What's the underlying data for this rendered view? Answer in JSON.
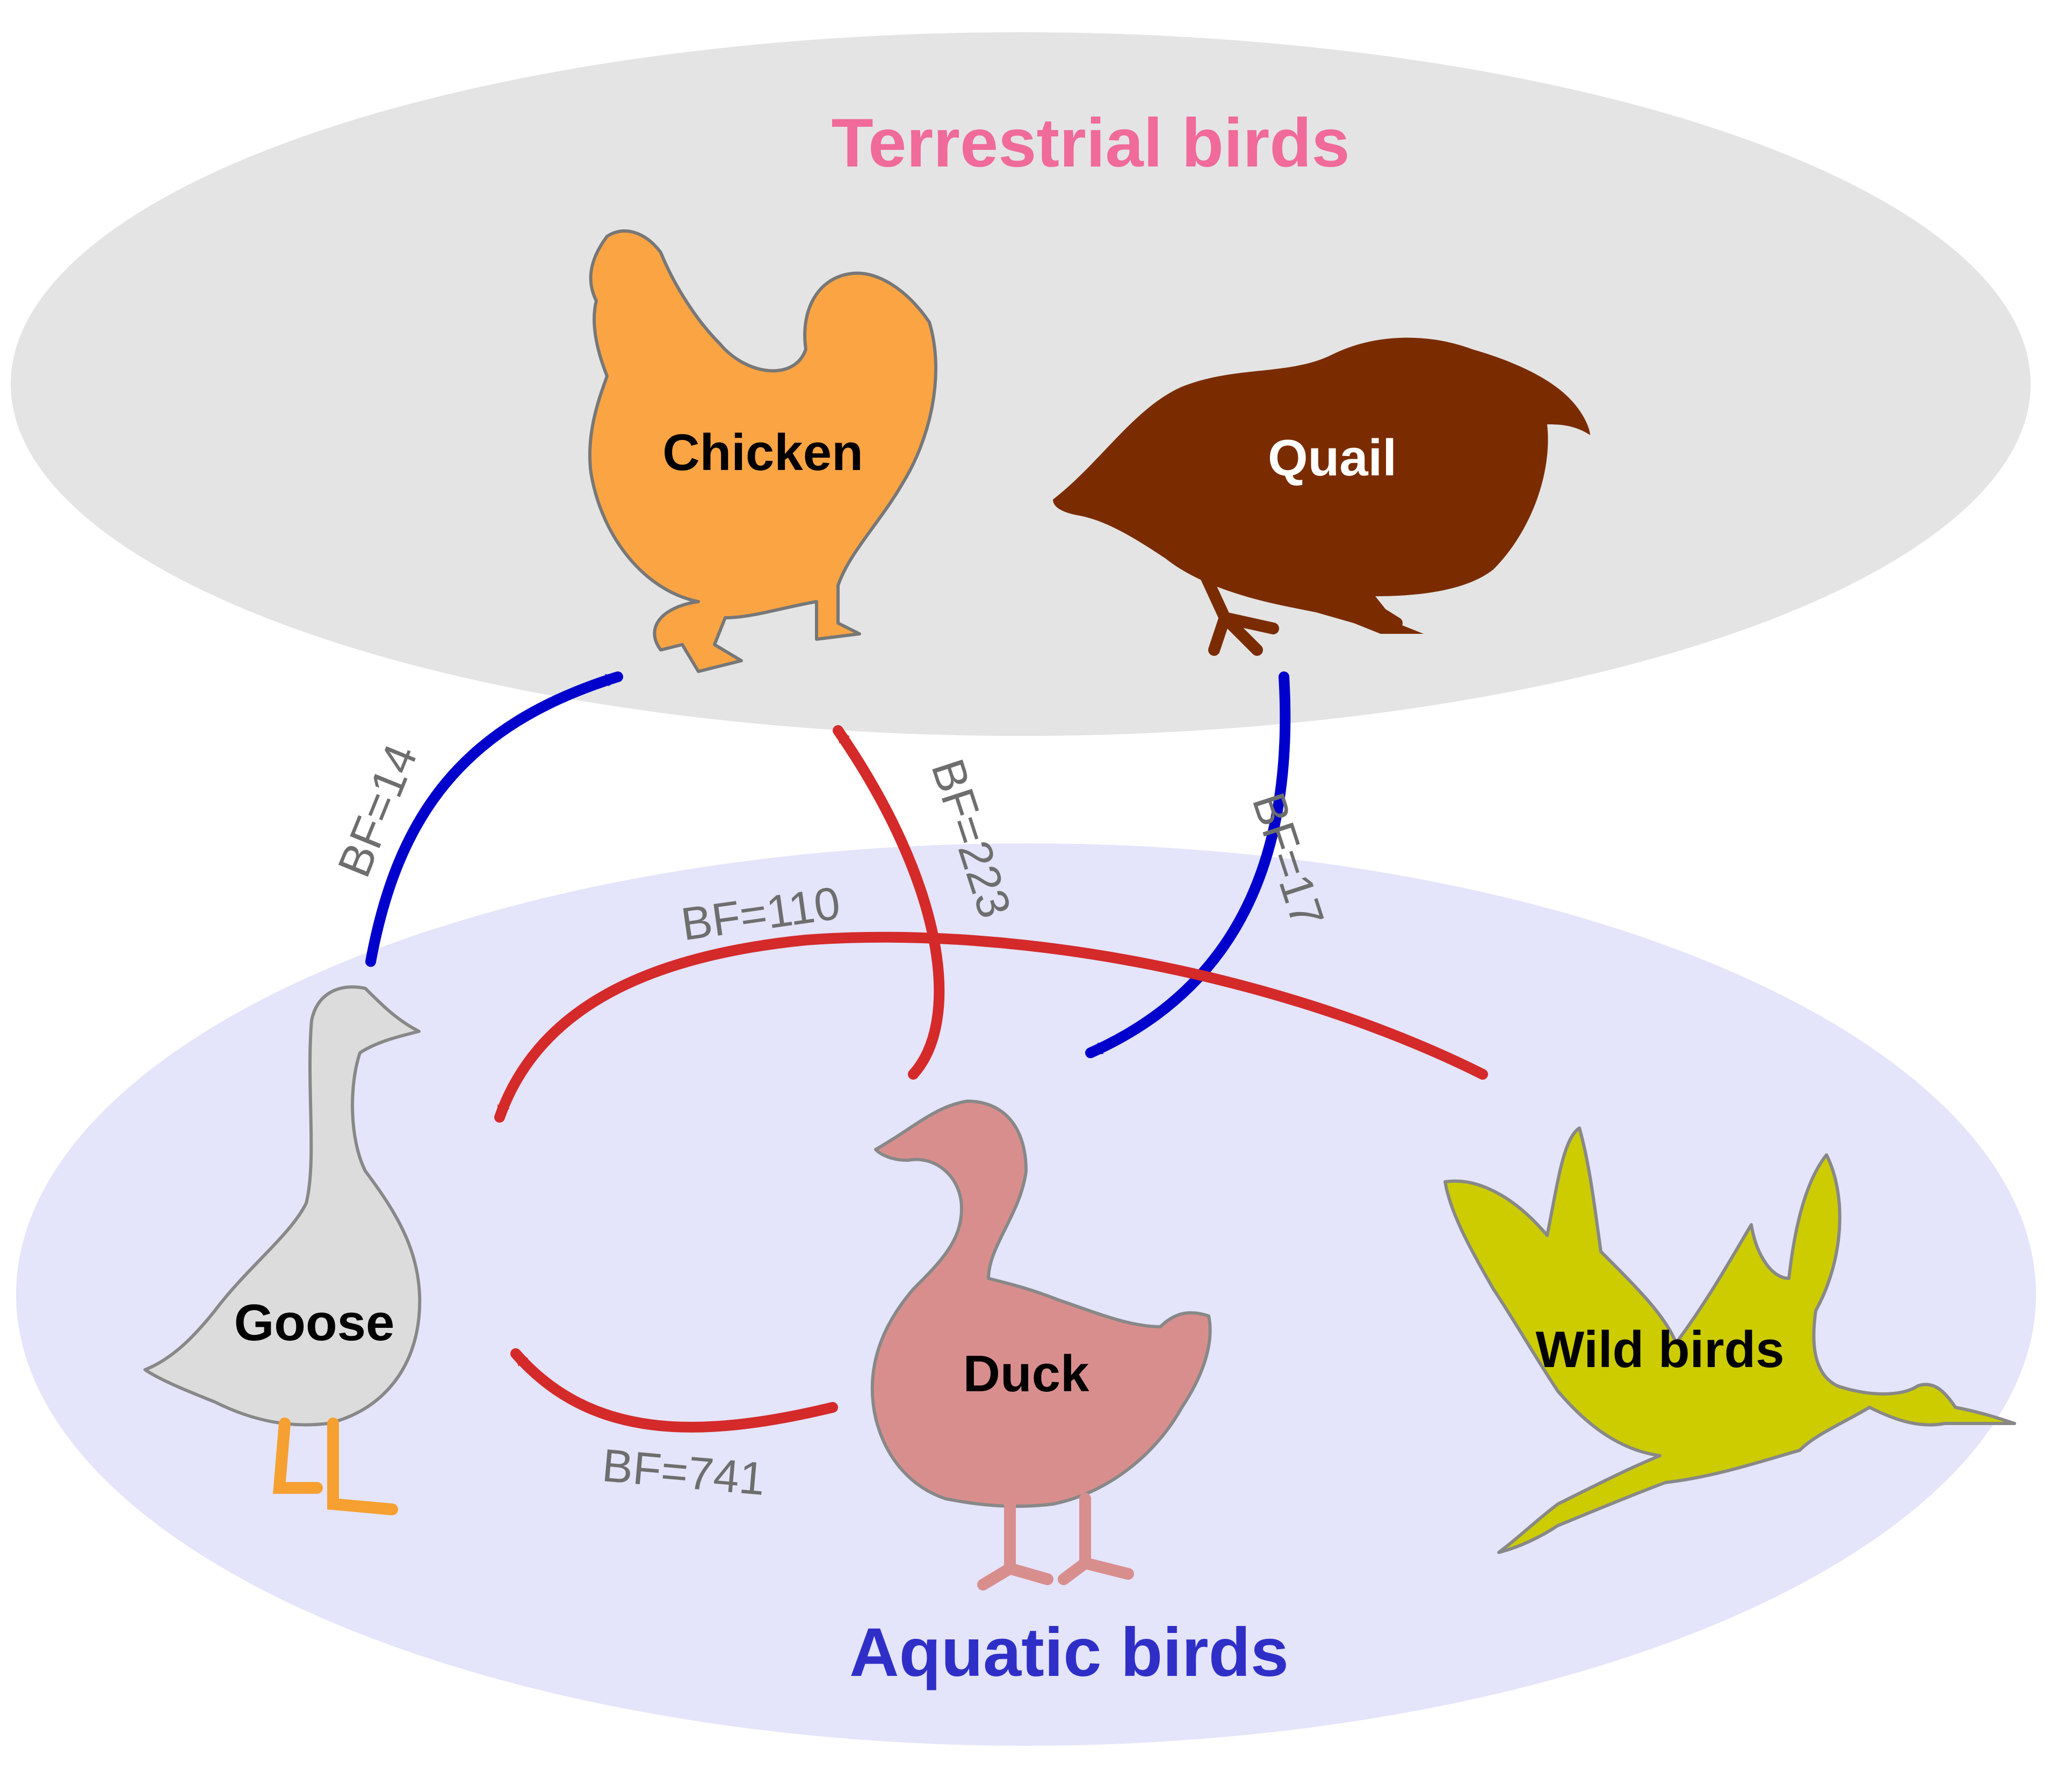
{
  "groups": {
    "terrestrial": {
      "title": "Terrestrial birds",
      "title_color": "#f06a9a",
      "fill": "#e4e4e4"
    },
    "aquatic": {
      "title": "Aquatic birds",
      "title_color": "#2f2fc8",
      "fill": "#e4e4fa"
    }
  },
  "birds": {
    "chicken": {
      "label": "Chicken",
      "color": "#fba444",
      "label_color": "#000000"
    },
    "quail": {
      "label": "Quail",
      "color": "#7a2c00",
      "label_color": "#ffffff"
    },
    "goose": {
      "label": "Goose",
      "color": "#dcdcdc",
      "label_color": "#000000"
    },
    "duck": {
      "label": "Duck",
      "color": "#d98e8e",
      "label_color": "#000000"
    },
    "wild": {
      "label": "Wild birds",
      "color": "#cccc00",
      "label_color": "#000000"
    }
  },
  "links": [
    {
      "from": "Goose",
      "to": "Chicken",
      "label": "BF=14",
      "color": "#0000cc"
    },
    {
      "from": "Duck",
      "to": "Chicken",
      "label": "BF=223",
      "color": "#d42a2a"
    },
    {
      "from": "Quail",
      "to": "Duck",
      "label": "BF=17",
      "color": "#0000cc"
    },
    {
      "from": "Wild birds",
      "to": "Goose",
      "label": "BF=110",
      "color": "#d42a2a"
    },
    {
      "from": "Duck",
      "to": "Goose",
      "label": "BF=741",
      "color": "#d42a2a"
    }
  ]
}
